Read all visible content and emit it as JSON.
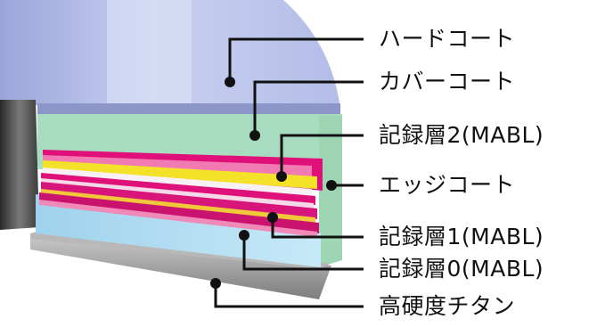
{
  "labels": {
    "hard_coat": "ハードコート",
    "cover_coat": "カバーコート",
    "rec_layer_2": "記録層2(MABL)",
    "edge_coat": "エッジコート",
    "rec_layer_1": "記録層1(MABL)",
    "rec_layer_0": "記録層0(MABL)",
    "titanium": "高硬度チタン"
  },
  "colors": {
    "hard_coat": "#b9c4ea",
    "cover_coat": "#a8dcc0",
    "magenta": "#e0107a",
    "yellow": "#f4e22a",
    "cyan_base": "#a9d8ef",
    "titanium": "#9a9a9a",
    "leader": "#111111"
  }
}
